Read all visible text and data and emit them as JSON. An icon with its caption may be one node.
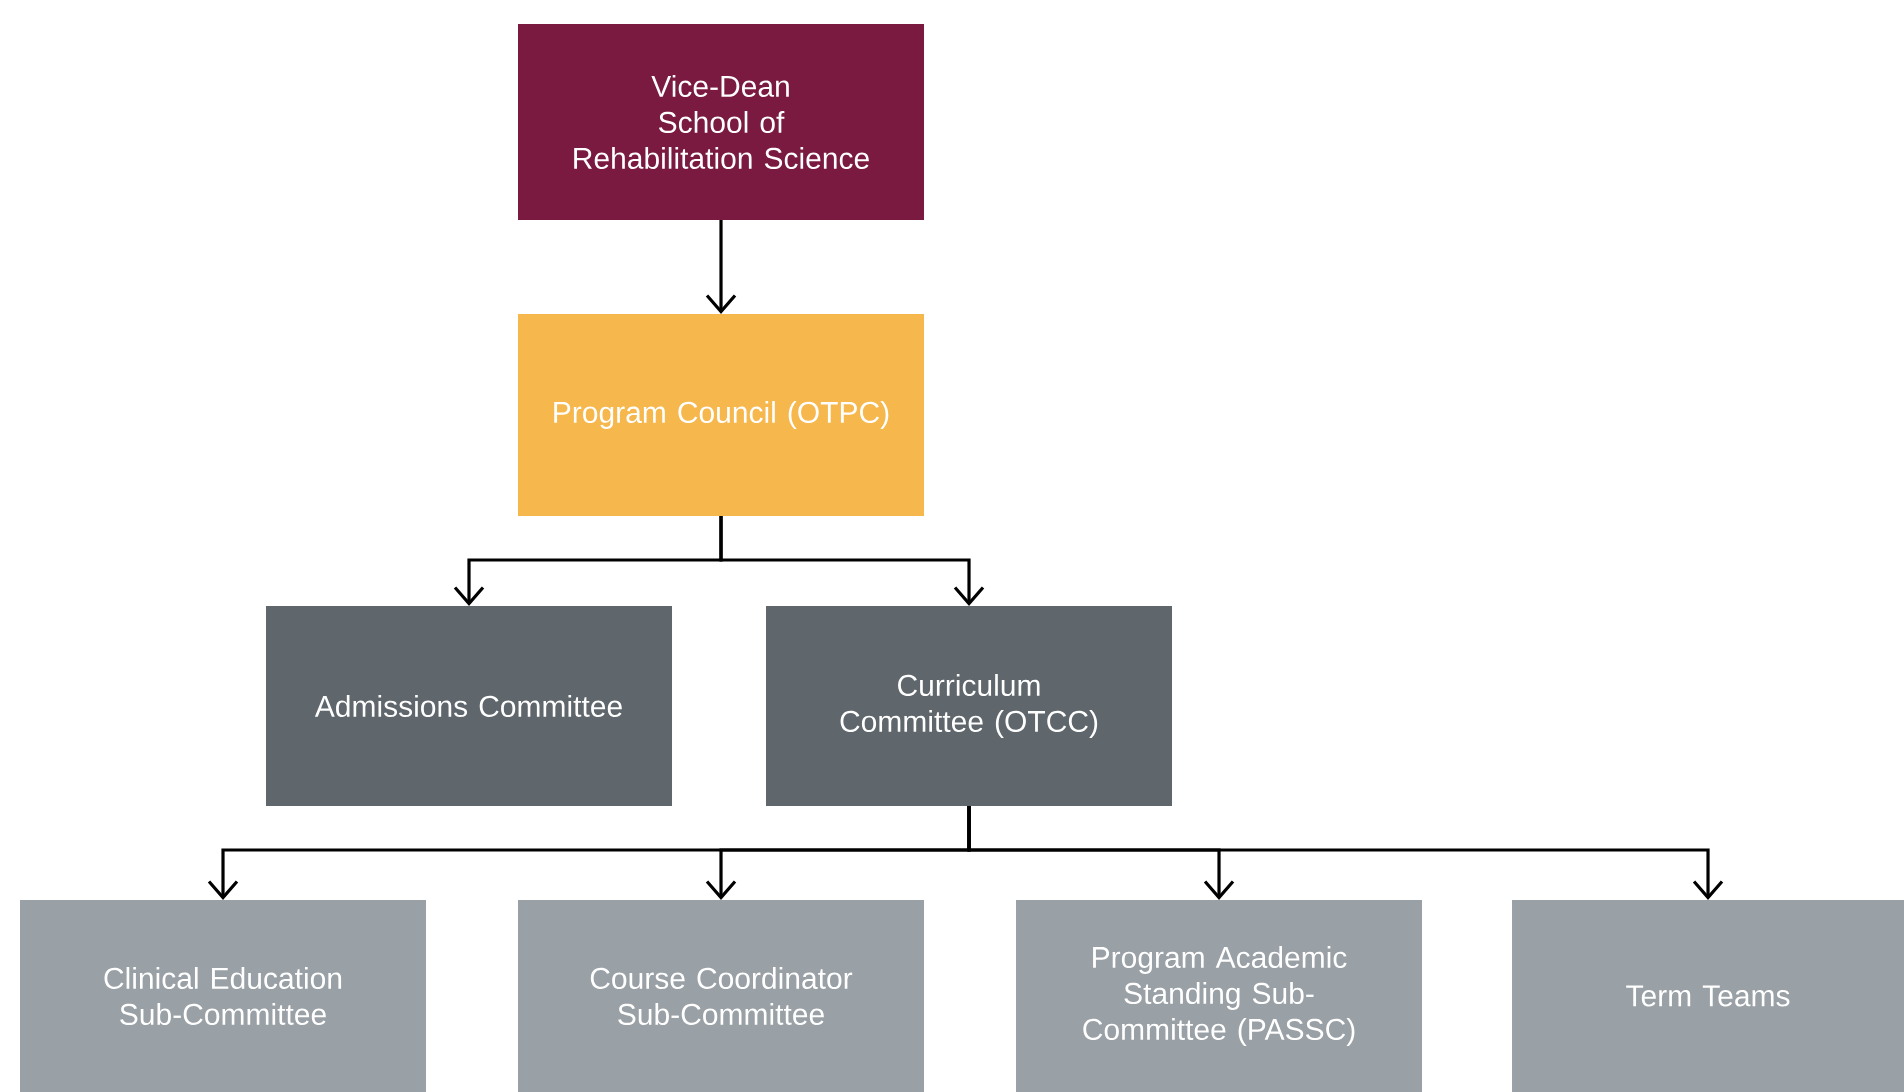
{
  "diagram": {
    "nodes": [
      {
        "text": [
          "Vice-Dean",
          "School of Rehabilitation Science"
        ]
      },
      {
        "text": [
          "Program Council (OTPC)"
        ]
      },
      {
        "text": [
          "Admissions Committee"
        ]
      },
      {
        "text": [
          "Curriculum Committee (OTCC)"
        ]
      },
      {
        "text": [
          "Clinical Education Sub-Committee"
        ]
      },
      {
        "text": [
          "Course Coordinator Sub-Committee"
        ]
      },
      {
        "text": [
          "Program Academic Standing Sub-Committee (PASSC)"
        ]
      },
      {
        "text": [
          "Term Teams"
        ]
      }
    ],
    "edges": [
      {
        "from": 0,
        "to": 1,
        "arrow": "to"
      },
      {
        "from": 1,
        "to": 2,
        "arrow": "to"
      },
      {
        "from": 1,
        "to": 3,
        "arrow": "to"
      },
      {
        "from": 3,
        "to": 4,
        "arrow": "to"
      },
      {
        "from": 3,
        "to": 5,
        "arrow": "to"
      },
      {
        "from": 3,
        "to": 6,
        "arrow": "to"
      },
      {
        "from": 3,
        "to": 7,
        "arrow": "to"
      }
    ]
  }
}
